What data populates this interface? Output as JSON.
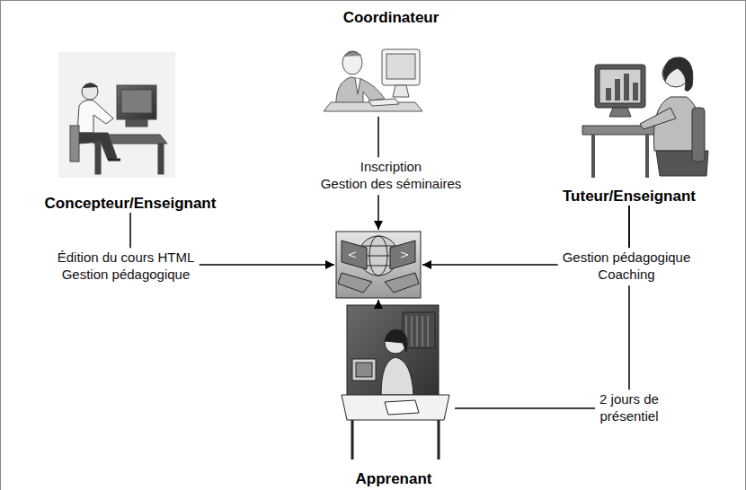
{
  "diagram": {
    "nodes": [
      {
        "text": [
          "Coordinateur"
        ]
      },
      {
        "text": [
          "Concepteur/Enseignant"
        ]
      },
      {
        "text": []
      },
      {
        "text": [
          "Tuteur/Enseignant"
        ]
      },
      {
        "text": [
          "Apprenant"
        ]
      }
    ],
    "edges": [
      {
        "from": 0,
        "to": 2,
        "label": "Inscription Gestion des séminaires",
        "arrow": "to"
      },
      {
        "from": 1,
        "to": 2,
        "label": "Édition du cours HTML Gestion pédagogique",
        "arrow": "to"
      },
      {
        "from": 3,
        "to": 2,
        "label": "Gestion pédagogique Coaching",
        "arrow": "to"
      },
      {
        "from": 4,
        "to": 2,
        "arrow": "to"
      },
      {
        "from": 3,
        "to": 4,
        "label": "2 jours de présentiel",
        "arrow": "none"
      }
    ]
  }
}
